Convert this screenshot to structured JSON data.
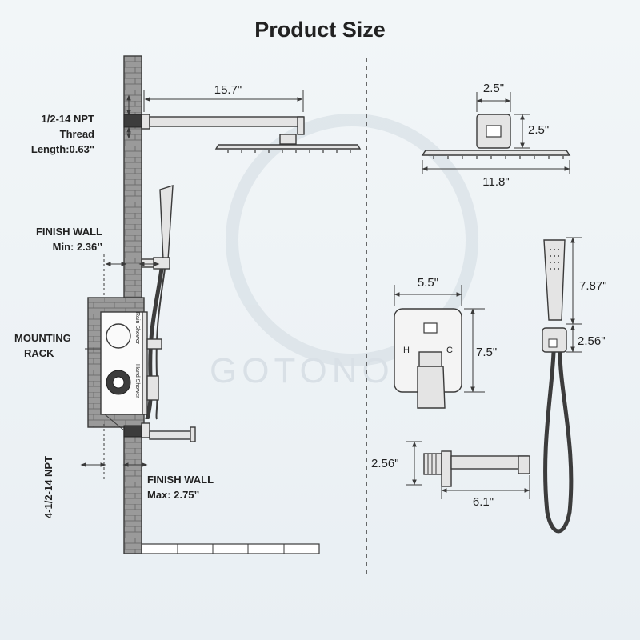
{
  "title": "Product Size",
  "watermark": "GOTONOVO",
  "left_panel": {
    "arm_length": "15.7\"",
    "thread_label": [
      "1/2-14 NPT",
      "Thread",
      "Length:0.63\""
    ],
    "finish_wall_min": [
      "FINISH WALL",
      "Min: 2.36’’"
    ],
    "mounting_rack": [
      "MOUNTING",
      "RACK"
    ],
    "npt_vertical": "4-1/2-14 NPT",
    "finish_wall_max": [
      "FINISH WALL",
      "Max: 2.75’’"
    ],
    "valve_label_upper": "Rain Shower",
    "valve_label_lower": "Hand Shower"
  },
  "right_panel": {
    "head_mount_width": "2.5\"",
    "head_mount_height": "2.5\"",
    "head_width": "11.8\"",
    "trim_width": "5.5\"",
    "trim_height": "7.5\"",
    "trim_hot": "H",
    "trim_cold": "C",
    "hand_shower_length": "7.87\"",
    "holder_height": "2.56\"",
    "spout_height": "2.56\"",
    "spout_length": "6.1\""
  }
}
